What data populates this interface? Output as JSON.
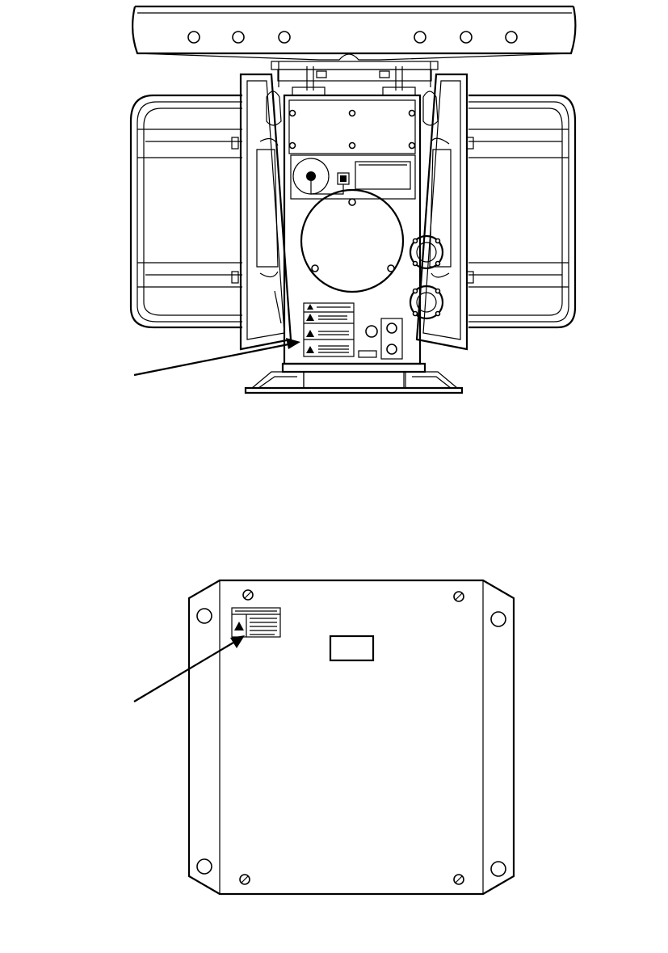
{
  "drawing": {
    "ink_color": "#000000",
    "paper_color": "#ffffff"
  },
  "figures": [
    {
      "id": "antenna-unit",
      "labels": [],
      "callout_arrows": 1
    },
    {
      "id": "cover-plate",
      "labels": [],
      "callout_arrows": 1
    }
  ]
}
